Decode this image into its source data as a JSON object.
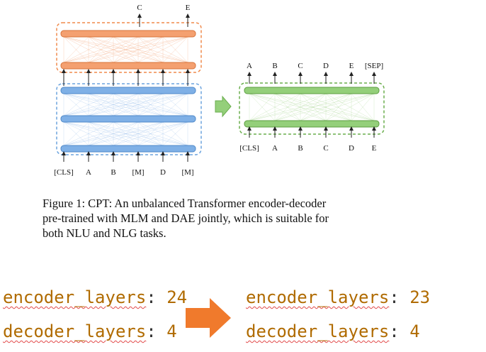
{
  "figure": {
    "encoder_inputs": [
      "[CLS]",
      "A",
      "B",
      "[M]",
      "D",
      "[M]"
    ],
    "decoder_outputs": [
      "C",
      "E"
    ],
    "generator_outputs": [
      "A",
      "B",
      "C",
      "D",
      "E",
      "[SEP]"
    ],
    "generator_inputs": [
      "[CLS]",
      "A",
      "B",
      "C",
      "D",
      "E"
    ],
    "colors": {
      "encoder": "#7fb0e6",
      "decoder_top": "#f4a070",
      "generator": "#94cf7a",
      "arrow": "#94cf7a"
    }
  },
  "caption": {
    "line1": "Figure 1: CPT: An unbalanced Transformer encoder-decoder",
    "line2": "pre-trained with MLM and DAE jointly, which is suitable for",
    "line3": "both NLU and NLG tasks."
  },
  "config_before": {
    "encoder_key": "encoder_layers",
    "encoder_value": "24",
    "decoder_key": "decoder_layers",
    "decoder_value": "4"
  },
  "config_after": {
    "encoder_key": "encoder_layers",
    "encoder_value": "23",
    "decoder_key": "decoder_layers",
    "decoder_value": "4"
  },
  "change_arrow_color": "#f07a2c"
}
